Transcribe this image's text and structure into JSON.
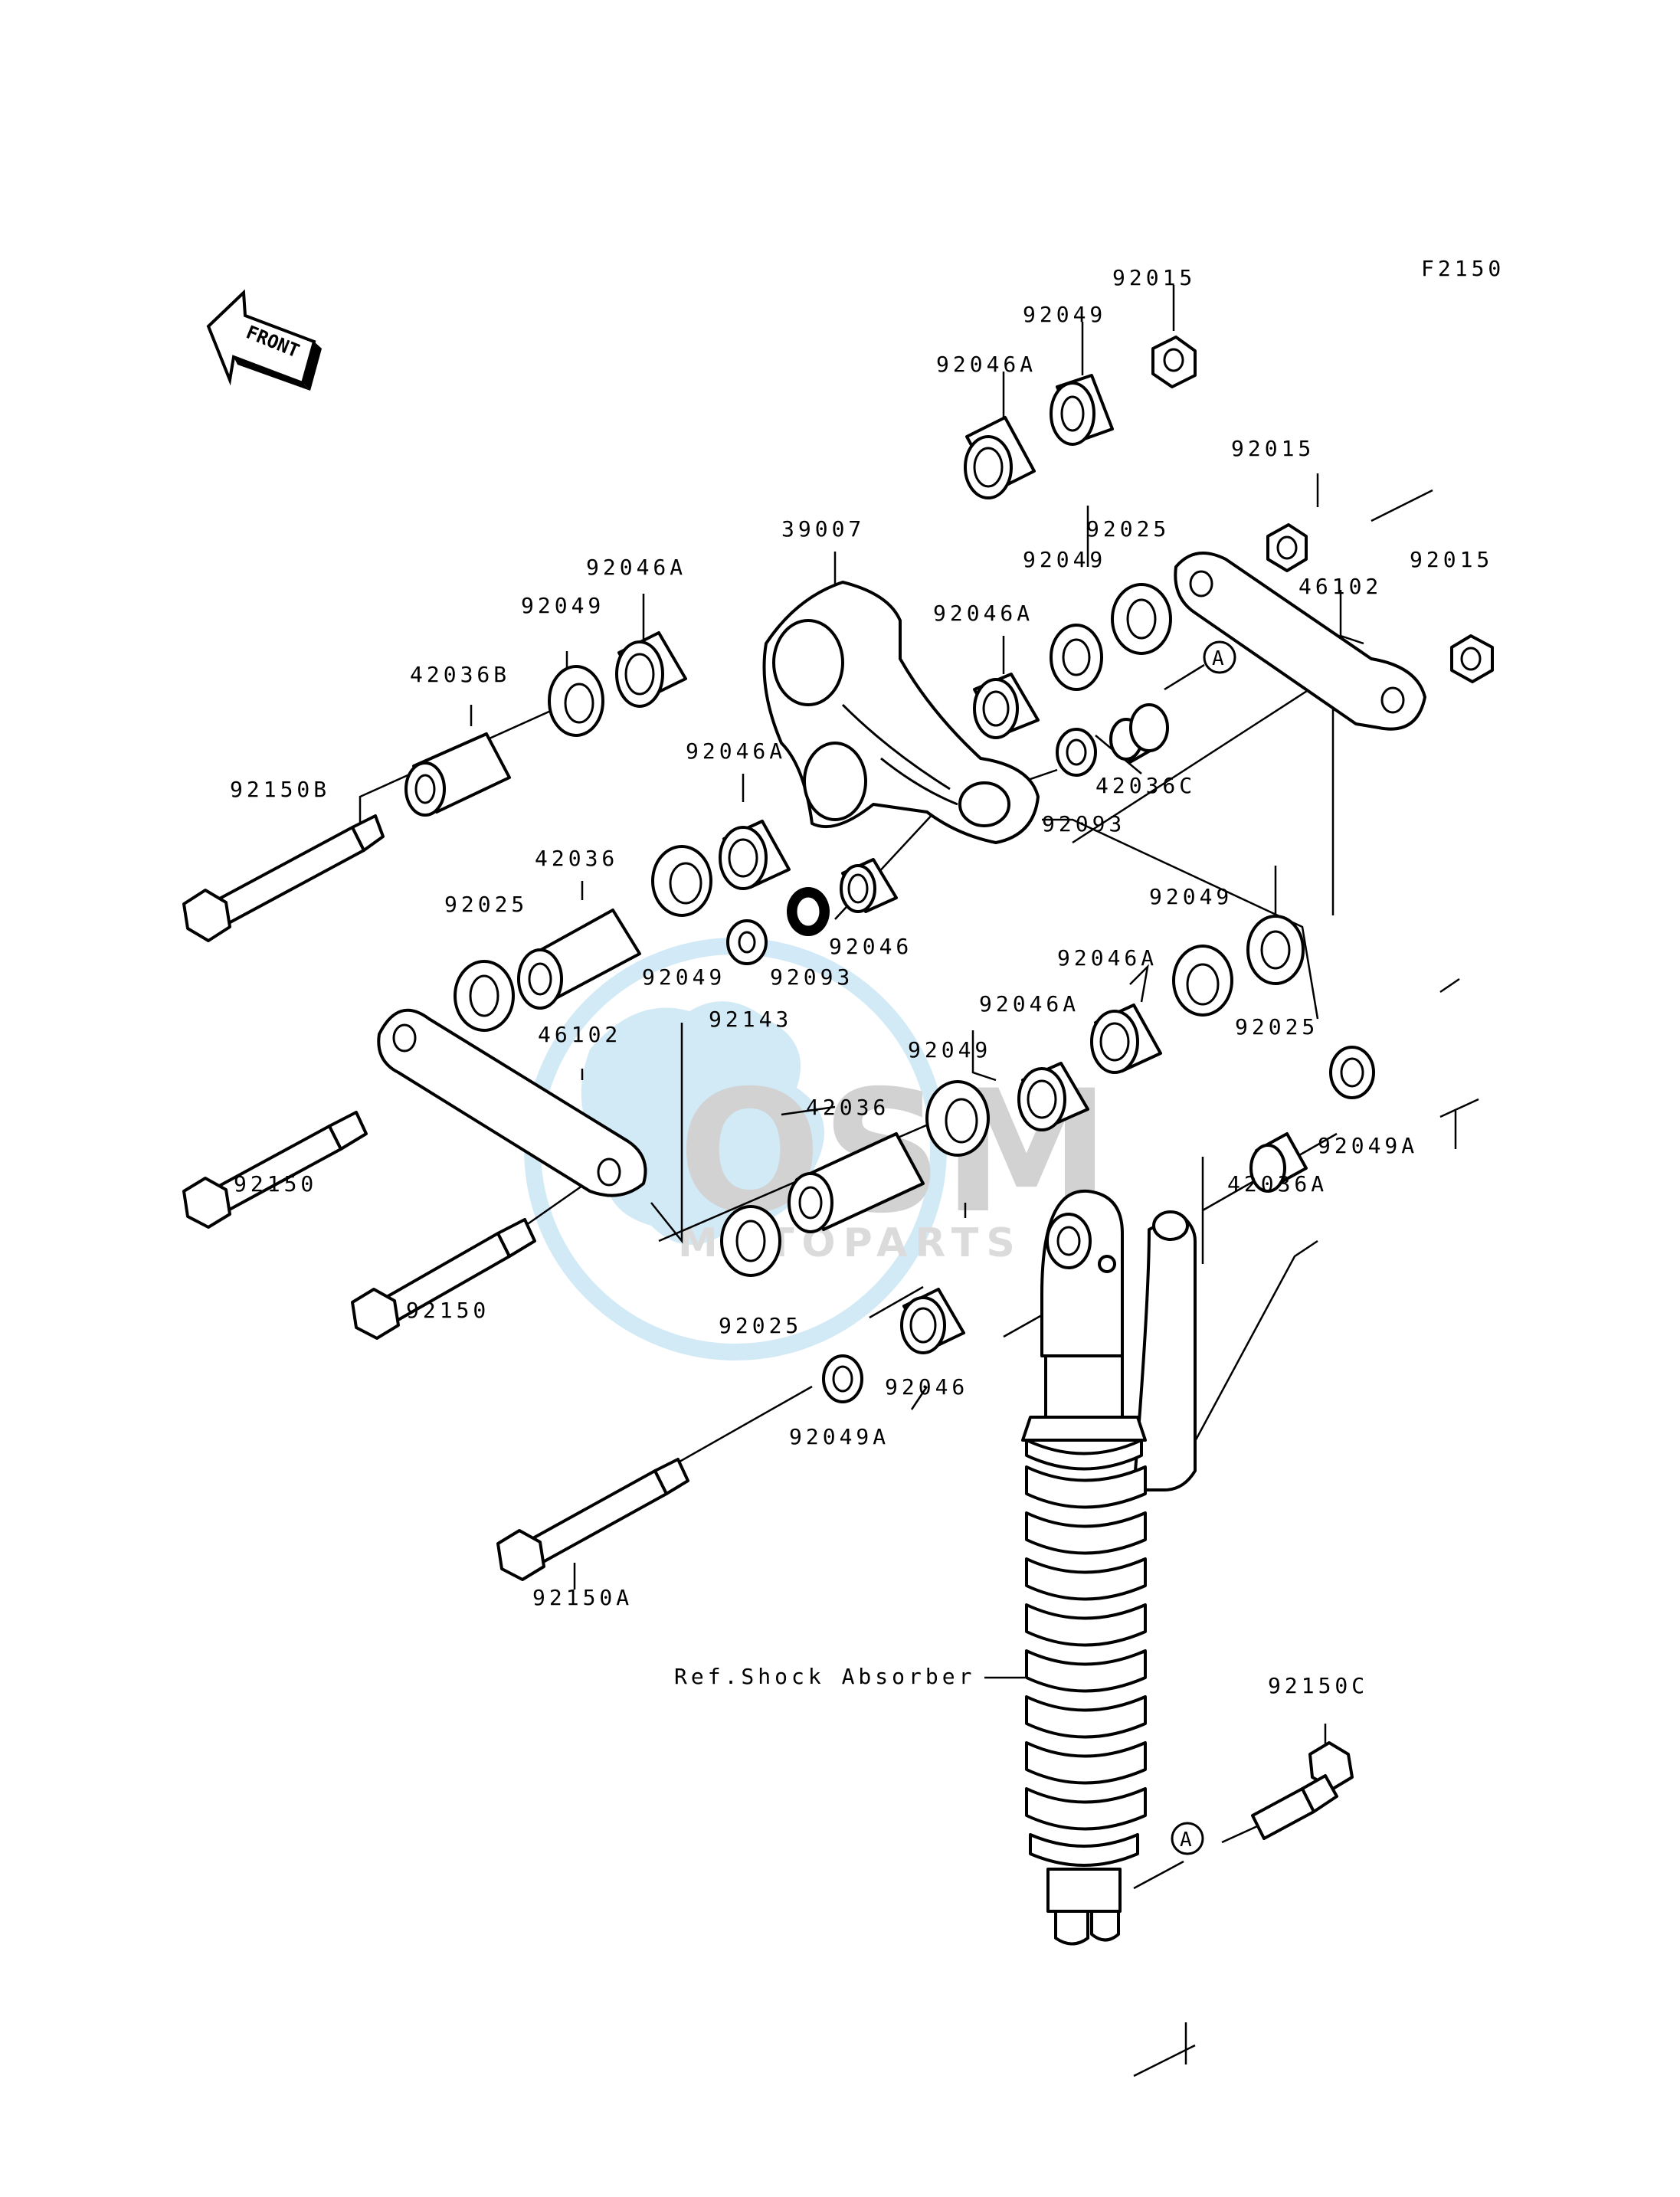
{
  "figure_code": "F2150",
  "front_label": "FRONT",
  "ref_label": "Ref.Shock Absorber",
  "callout_letter": "A",
  "watermark": {
    "brand": "OSM",
    "sub": "MOTOPARTS"
  },
  "labels": [
    "92015",
    "92049",
    "92046A",
    "92015",
    "92025",
    "92049",
    "92046A",
    "46102",
    "92015",
    "39007",
    "92046A",
    "92049",
    "42036B",
    "92150B",
    "92046A",
    "42036C",
    "92093",
    "42036",
    "92025",
    "92049",
    "92143",
    "92093",
    "92046",
    "92049",
    "92046A",
    "92046A",
    "92025",
    "46102",
    "92049",
    "42036",
    "92049A",
    "42036A",
    "92150",
    "92150",
    "92025",
    "92046",
    "92049A",
    "92150A",
    "92150C"
  ]
}
